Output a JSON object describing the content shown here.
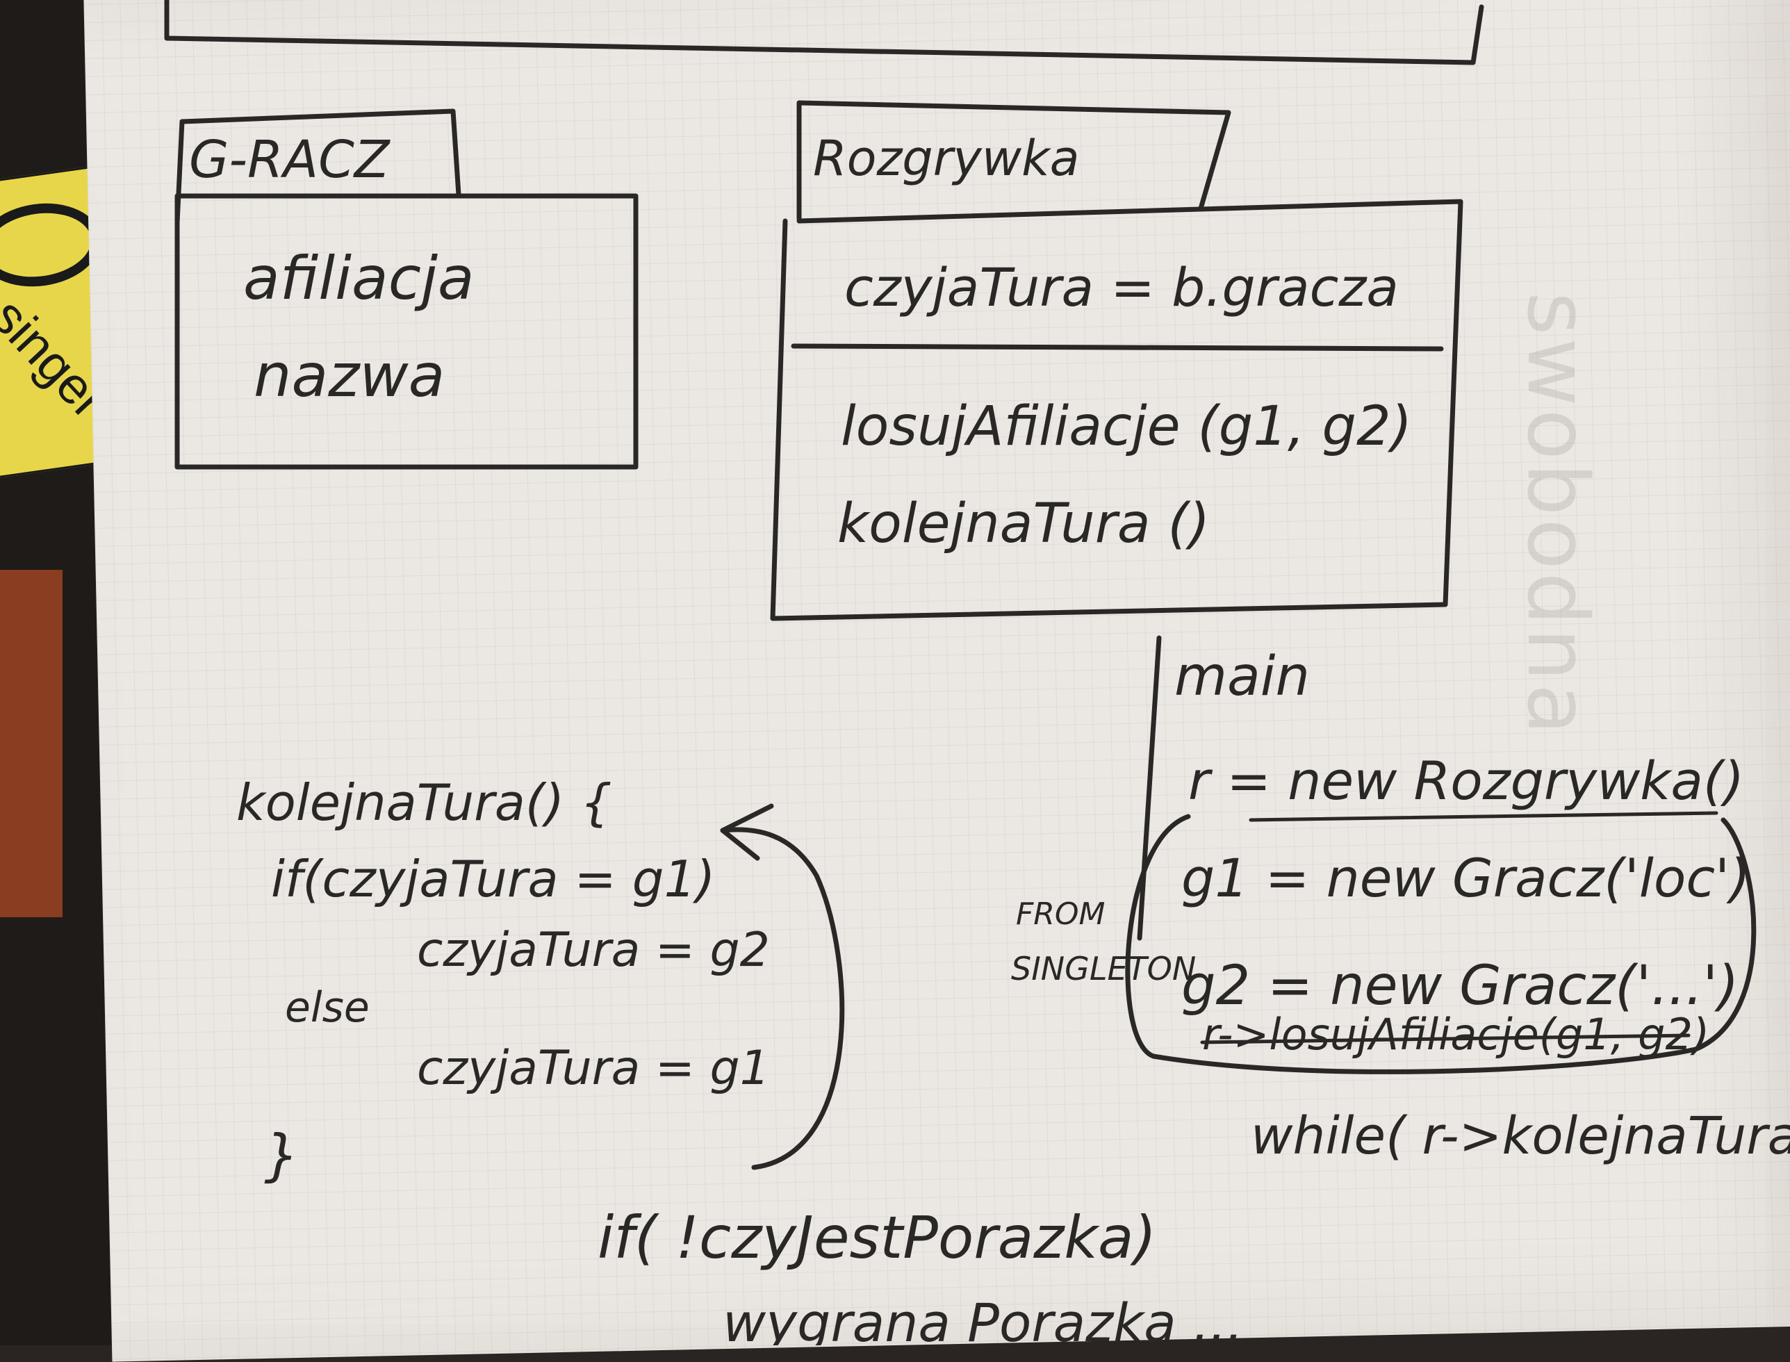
{
  "classes": [
    {
      "name": "G-RACZ",
      "attributes": [
        "afiliacja",
        "nazwa"
      ],
      "methods": []
    },
    {
      "name": "Rozgrywka",
      "attributes": [
        "czyjaTura = b.gracza"
      ],
      "methods": [
        "losujAfiliacje (g1, g2)",
        "kolejnaTura ()"
      ]
    }
  ],
  "code_left": {
    "lines": [
      "kolejnaTura() {",
      "if(czyjaTura = g1)",
      "czyjaTura = g2",
      "else",
      "czyjaTura = g1",
      "}"
    ],
    "after": [
      "if( !czyJestPorazka)",
      "wygrana Porazka ..."
    ]
  },
  "code_right": {
    "main": "main",
    "lines": [
      "r = new Rozgrywka()",
      "g1 = new Gracz('loc')",
      "g2 = new Gracz('...')",
      "r->losujAfiliacje(g1, g2)",
      "while( r->kolejnaTura)"
    ],
    "side_label_1": "FROM",
    "side_label_2": "SINGLETON"
  },
  "logo": {
    "brand": "singer"
  },
  "bleed_through": "swobodna"
}
